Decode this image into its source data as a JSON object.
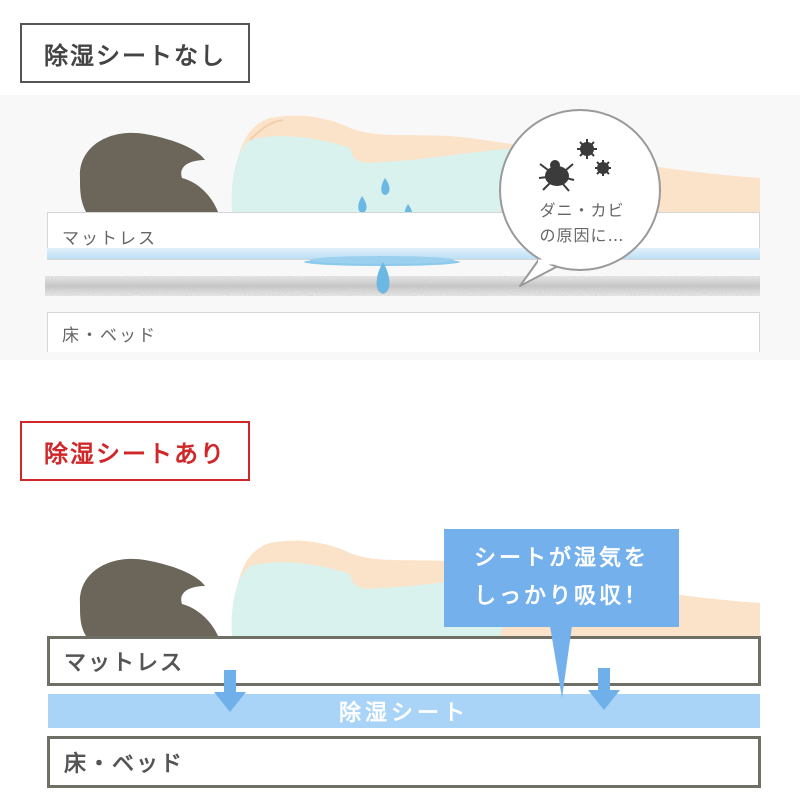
{
  "without_sheet": {
    "title": "除湿シートなし",
    "mattress_label": "マットレス",
    "floor_label": "床・ベッド",
    "bubble_lines": [
      "ダニ・カビ",
      "の原因に…"
    ],
    "icons": [
      "body-icon",
      "water-drop-icon",
      "mite-icon",
      "germ-icon"
    ]
  },
  "with_sheet": {
    "title": "除湿シートあり",
    "mattress_label": "マットレス",
    "sheet_label": "除湿シート",
    "floor_label": "床・ベッド",
    "callout_lines": [
      "シートが湿気を",
      "しっかり吸収！"
    ],
    "icons": [
      "body-icon",
      "down-arrow-icon"
    ]
  },
  "colors": {
    "without_title": "#444444",
    "with_title": "#d0282a",
    "sheet": "#a9d4f7",
    "callout": "#74b1ec",
    "water": "#6bb8e4",
    "hair": "#6b6659",
    "skin": "#fbe3c9",
    "shirt": "#d9f2ee"
  }
}
